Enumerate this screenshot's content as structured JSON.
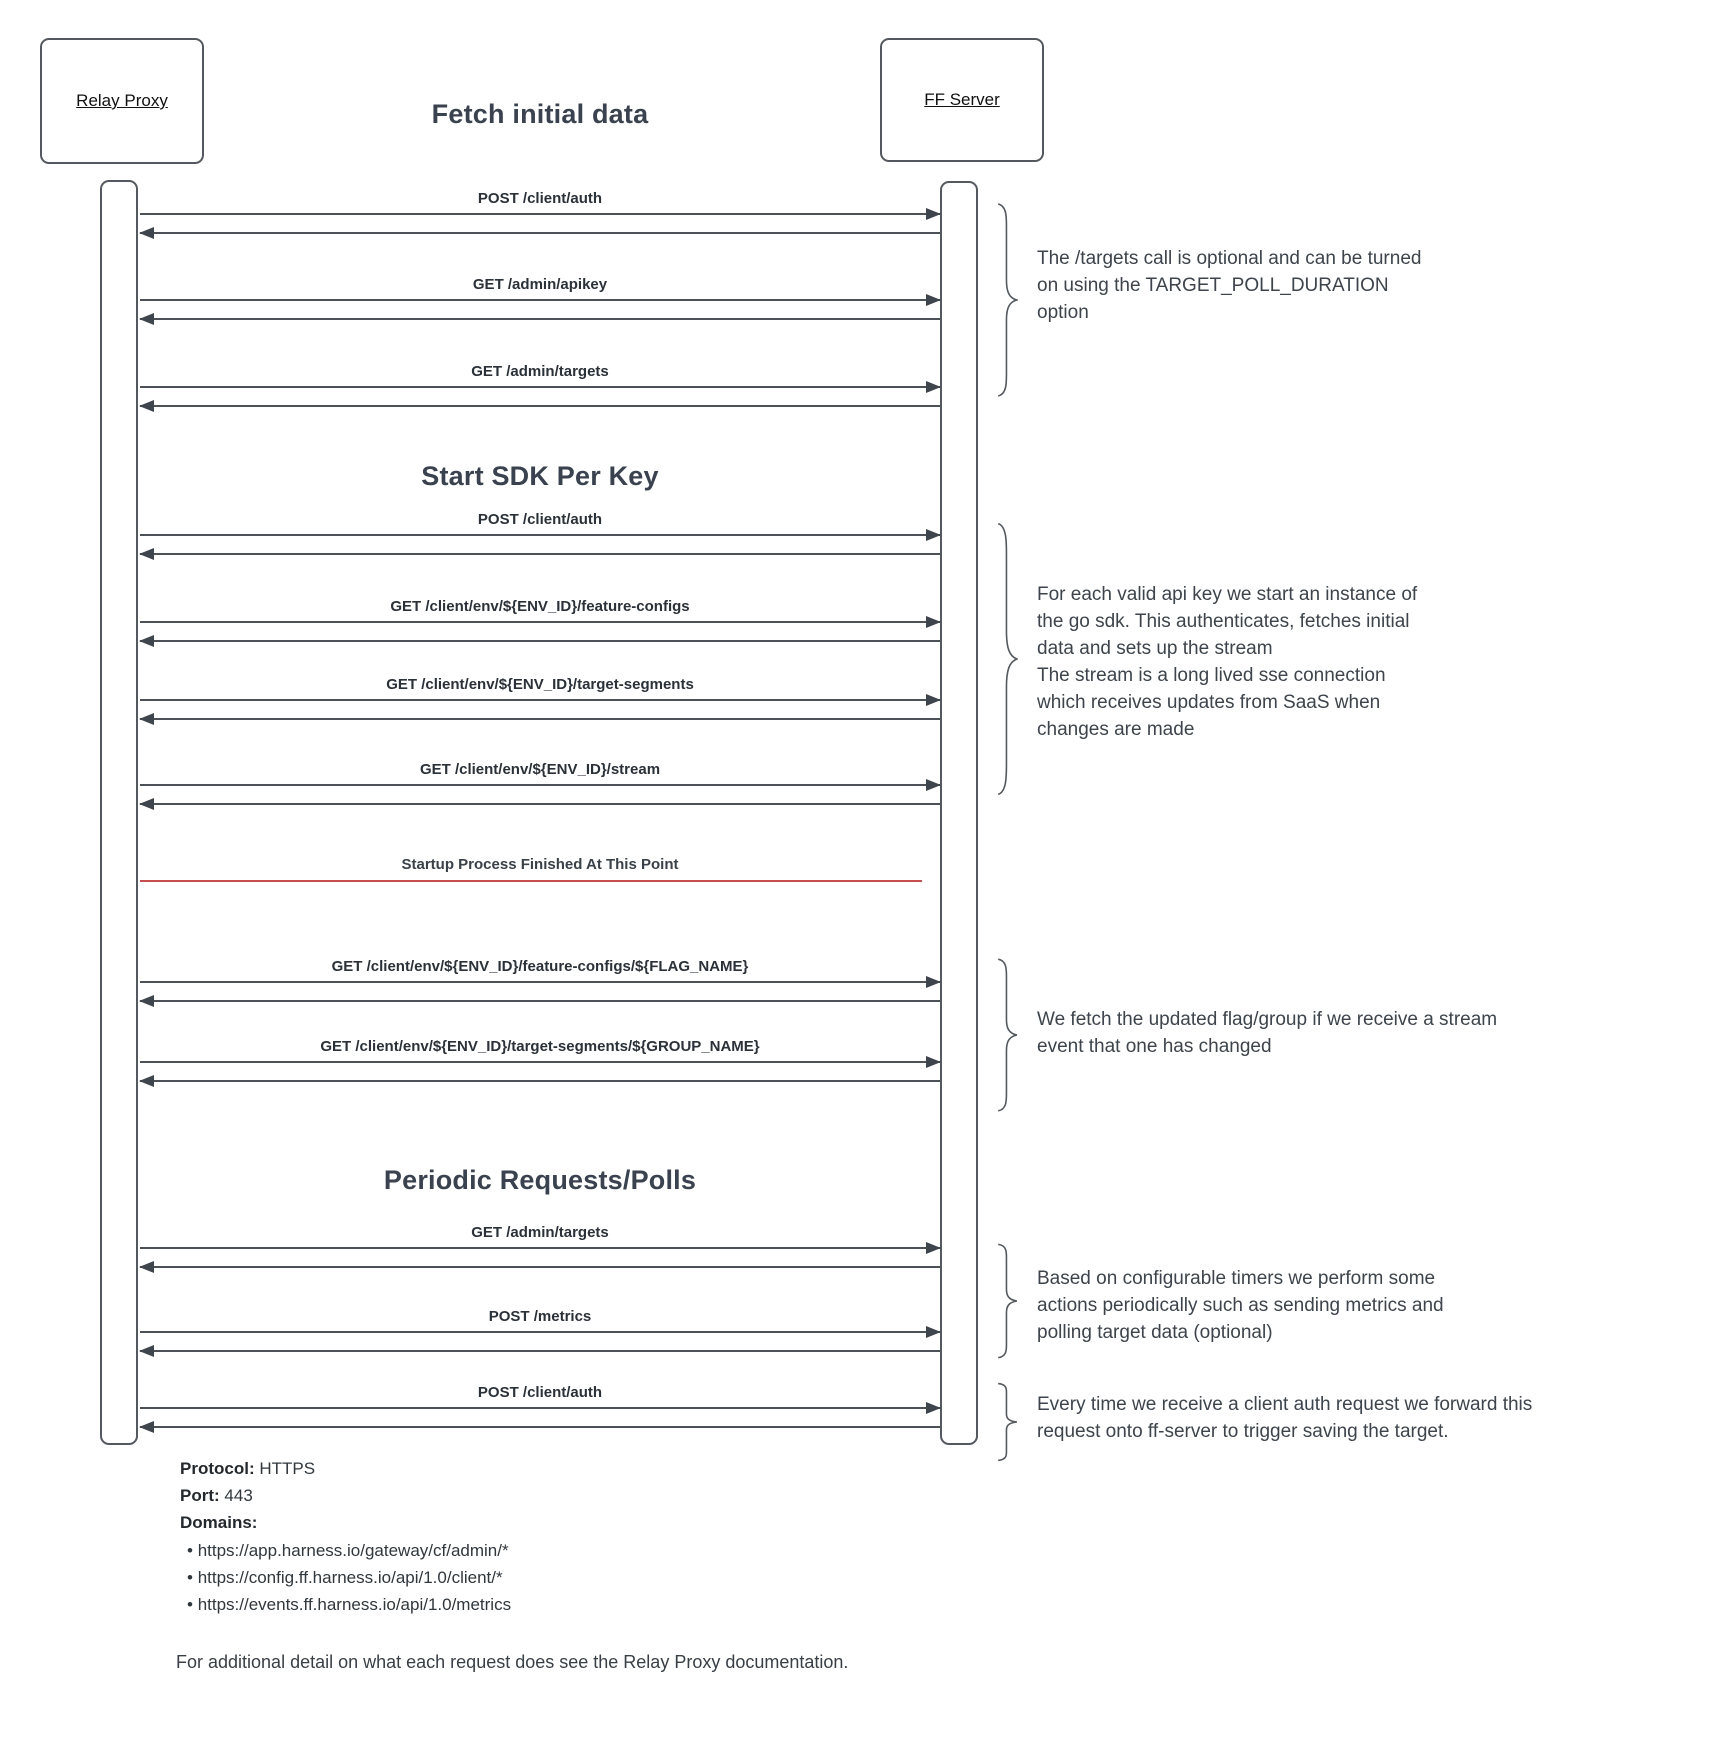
{
  "colors": {
    "stroke": "#54595f",
    "arrow_line": "#4b5157",
    "arrow_head": "#3f454c",
    "heading_text": "#39424e",
    "message_label_text": "#2b3139",
    "annotation_text": "#3d444c",
    "separator_red": "#c84f4f",
    "background": "#ffffff"
  },
  "actors": {
    "left": {
      "label": "Relay Proxy"
    },
    "right": {
      "label": "FF Server"
    }
  },
  "section_titles": {
    "fetch_initial_data": "Fetch initial data",
    "start_sdk_per_key": "Start SDK Per Key",
    "periodic_requests_polls": "Periodic Requests/Polls"
  },
  "messages": [
    {
      "label": "POST /client/auth"
    },
    {
      "label": "GET /admin/apikey"
    },
    {
      "label": "GET /admin/targets"
    },
    {
      "label": "POST /client/auth"
    },
    {
      "label": "GET /client/env/${ENV_ID}/feature-configs"
    },
    {
      "label": "GET /client/env/${ENV_ID}/target-segments"
    },
    {
      "label": "GET /client/env/${ENV_ID}/stream"
    },
    {
      "label": "GET /client/env/${ENV_ID}/feature-configs/${FLAG_NAME}"
    },
    {
      "label": "GET /client/env/${ENV_ID}/target-segments/${GROUP_NAME}"
    },
    {
      "label": "GET /admin/targets"
    },
    {
      "label": "POST /metrics"
    },
    {
      "label": "POST /client/auth"
    }
  ],
  "separator": {
    "label": "Startup Process Finished At This Point"
  },
  "annotations": [
    {
      "text": "The /targets call is optional and can be turned\non using the TARGET_POLL_DURATION\noption"
    },
    {
      "text": "For each valid api key we start an instance of\nthe go sdk. This authenticates, fetches initial\ndata and sets up the stream\nThe stream is a long lived sse connection\nwhich receives updates from SaaS when\nchanges are made"
    },
    {
      "text": "We fetch the updated flag/group if we receive a stream\nevent that one has changed"
    },
    {
      "text": "Based on configurable timers we perform some\nactions periodically such as sending metrics and\npolling target data (optional)"
    },
    {
      "text": "Every time we receive a client auth request we forward this\nrequest onto ff-server to trigger saving the target."
    }
  ],
  "connection_info": {
    "protocol_label": "Protocol:",
    "protocol_value": "HTTPS",
    "port_label": "Port:",
    "port_value": "443",
    "domains_label": "Domains:",
    "domains": [
      "https://app.harness.io/gateway/cf/admin/*",
      "https://config.ff.harness.io/api/1.0/client/*",
      "https://events.ff.harness.io/api/1.0/metrics"
    ]
  },
  "footnote": "For additional detail on what each request does see the Relay Proxy documentation."
}
